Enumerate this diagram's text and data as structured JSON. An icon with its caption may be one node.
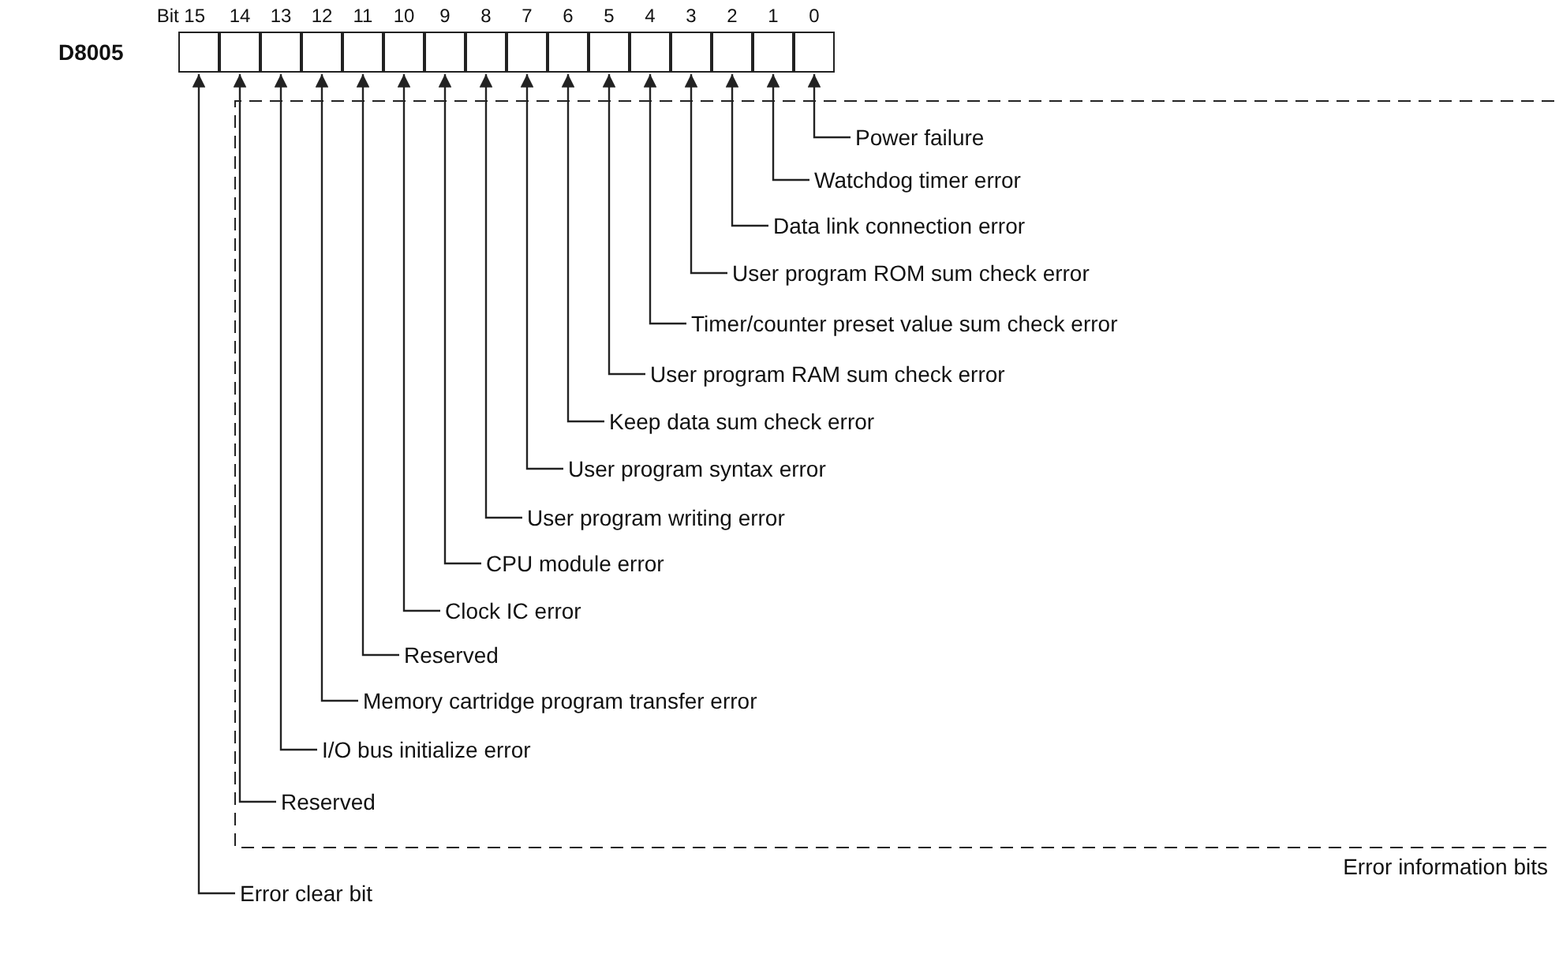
{
  "diagram": {
    "nodes": [
      {
        "text": [],
        "shape": "box",
        "beside": [
          "Bit 15"
        ]
      },
      {
        "text": [],
        "shape": "box",
        "beside": [
          "14"
        ]
      },
      {
        "text": [],
        "shape": "box",
        "beside": [
          "13"
        ]
      },
      {
        "text": [],
        "shape": "box",
        "beside": [
          "12"
        ]
      },
      {
        "text": [],
        "shape": "box",
        "beside": [
          "11"
        ]
      },
      {
        "text": [],
        "shape": "box",
        "beside": [
          "10"
        ]
      },
      {
        "text": [],
        "shape": "box",
        "beside": [
          "9"
        ]
      },
      {
        "text": [],
        "shape": "box",
        "beside": [
          "8"
        ]
      },
      {
        "text": [],
        "shape": "box",
        "beside": [
          "7"
        ]
      },
      {
        "text": [],
        "shape": "box",
        "beside": [
          "6"
        ]
      },
      {
        "text": [],
        "shape": "box",
        "beside": [
          "5"
        ]
      },
      {
        "text": [],
        "shape": "box",
        "beside": [
          "4"
        ]
      },
      {
        "text": [],
        "shape": "box",
        "beside": [
          "3"
        ]
      },
      {
        "text": [],
        "shape": "box",
        "beside": [
          "2"
        ]
      },
      {
        "text": [],
        "shape": "box",
        "beside": [
          "1"
        ]
      },
      {
        "text": [],
        "shape": "box",
        "beside": [
          "0"
        ]
      },
      {
        "text": [
          "Error information bits"
        ]
      },
      {
        "text": [
          "Power failure"
        ],
        "in": 16
      },
      {
        "text": [
          "Watchdog timer error"
        ],
        "in": 16
      },
      {
        "text": [
          "Data link connection error"
        ],
        "in": 16
      },
      {
        "text": [
          "User program ROM sum check error"
        ],
        "in": 16
      },
      {
        "text": [
          "Timer/counter preset value sum check error"
        ],
        "in": 16
      },
      {
        "text": [
          "User program RAM sum check error"
        ],
        "in": 16
      },
      {
        "text": [
          "Keep data sum check error"
        ],
        "in": 16
      },
      {
        "text": [
          "User program syntax error"
        ],
        "in": 16
      },
      {
        "text": [
          "User program writing error"
        ],
        "in": 16
      },
      {
        "text": [
          "CPU module error"
        ],
        "in": 16
      },
      {
        "text": [
          "Clock IC error"
        ],
        "in": 16
      },
      {
        "text": [
          "Reserved"
        ],
        "in": 16
      },
      {
        "text": [
          "Memory cartridge program transfer error"
        ],
        "in": 16
      },
      {
        "text": [
          "I/O bus initialize error"
        ],
        "in": 16
      },
      {
        "text": [
          "Reserved"
        ],
        "in": 16
      },
      {
        "text": [
          "Error clear bit"
        ]
      }
    ],
    "edges": [
      {
        "from": 17,
        "to": 15,
        "arrow": "to"
      },
      {
        "from": 18,
        "to": 14,
        "arrow": "to"
      },
      {
        "from": 19,
        "to": 13,
        "arrow": "to"
      },
      {
        "from": 20,
        "to": 12,
        "arrow": "to"
      },
      {
        "from": 21,
        "to": 11,
        "arrow": "to"
      },
      {
        "from": 22,
        "to": 10,
        "arrow": "to"
      },
      {
        "from": 23,
        "to": 9,
        "arrow": "to"
      },
      {
        "from": 24,
        "to": 8,
        "arrow": "to"
      },
      {
        "from": 25,
        "to": 7,
        "arrow": "to"
      },
      {
        "from": 26,
        "to": 6,
        "arrow": "to"
      },
      {
        "from": 27,
        "to": 5,
        "arrow": "to"
      },
      {
        "from": 28,
        "to": 4,
        "arrow": "to"
      },
      {
        "from": 29,
        "to": 3,
        "arrow": "to"
      },
      {
        "from": 30,
        "to": 2,
        "arrow": "to"
      },
      {
        "from": 31,
        "to": 1,
        "arrow": "to"
      },
      {
        "from": 32,
        "to": 0,
        "arrow": "to"
      }
    ],
    "labels": [
      "D8005"
    ]
  }
}
